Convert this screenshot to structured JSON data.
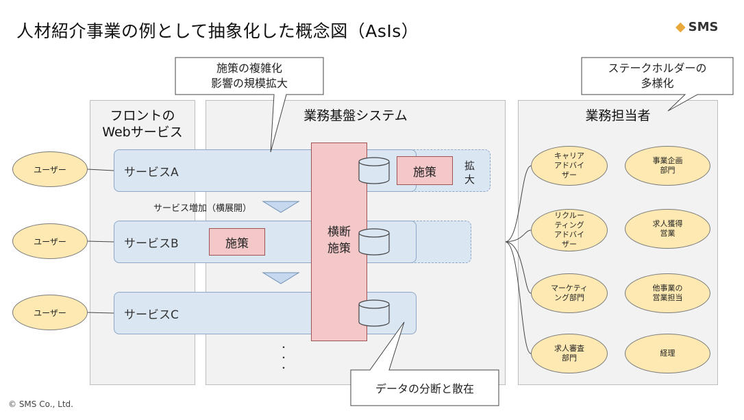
{
  "title": "人材紹介事業の例として抽象化した概念図（AsIs）",
  "logo": {
    "mark": "◆",
    "text": "SMS"
  },
  "panels": {
    "front": "フロントの\nWebサービス",
    "system": "業務基盤システム",
    "staff": "業務担当者"
  },
  "users": [
    "ユーザー",
    "ユーザー",
    "ユーザー"
  ],
  "services": [
    "サービスA",
    "サービスB",
    "サービスC"
  ],
  "measures": {
    "a": "施策",
    "b": "施策"
  },
  "expand_label": "拡\n大",
  "cross_measure": "横断\n施策",
  "service_increase": "サービス増加（横展開）",
  "dots": "・\n・\n・",
  "callouts": {
    "complexity": "施策の複雑化\n影響の規模拡大",
    "stakeholders": "ステークホルダーの\n多様化",
    "data": "データの分断と散在"
  },
  "roles": [
    "キャリア\nアドバイ\nザー",
    "事業企画\n部門",
    "リクルー\nティング\nアドバイ\nザー",
    "求人獲得\n営業",
    "マーケティ\nング部門",
    "他事業の\n営業担当",
    "求人審査\n部門",
    "経理"
  ],
  "copyright": "© SMS Co., Ltd."
}
